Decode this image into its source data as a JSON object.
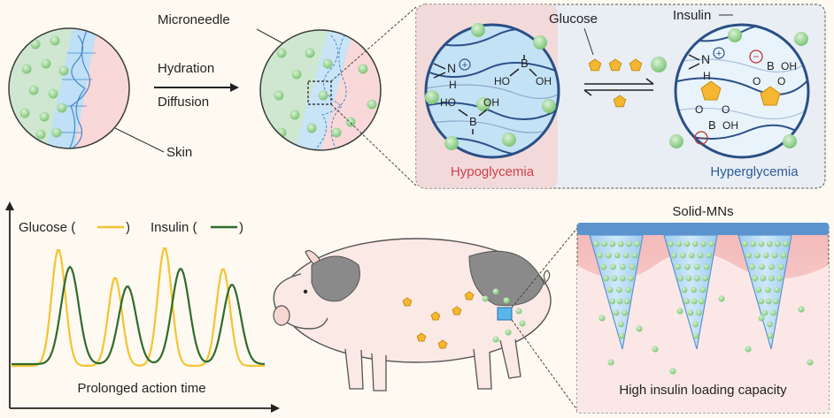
{
  "labels": {
    "microneedle": "Microneedle",
    "hydration": "Hydration",
    "diffusion": "Diffusion",
    "skin": "Skin",
    "glucose": "Glucose",
    "insulin": "Insulin",
    "hypoglycemia": "Hypoglycemia",
    "hyperglycemia": "Hyperglycemia",
    "solid_mns": "Solid-MNs",
    "high_loading": "High insulin loading capacity",
    "prolonged": "Prolonged action time"
  },
  "legend": {
    "glucose_label": "Glucose (",
    "insulin_label": "Insulin (",
    "close_paren": ")"
  },
  "chem": {
    "h": "H",
    "n": "N",
    "b": "B",
    "o": "O",
    "ho": "HO",
    "oh": "OH",
    "plus": "+",
    "minus": "−"
  },
  "colors": {
    "glucose_line": "#f5c332",
    "insulin_line": "#2f6b2b",
    "insulin_particle": "#8fcf8a",
    "hypoglycemia_text": "#d2404a",
    "hyperglycemia_text": "#2c5a9c",
    "skin_pink": "#f7d6d6",
    "hydrogel_blue": "#bfe0f6",
    "glucose_pentagon": "#f5b731",
    "needle_bar": "#5b93cf"
  }
}
